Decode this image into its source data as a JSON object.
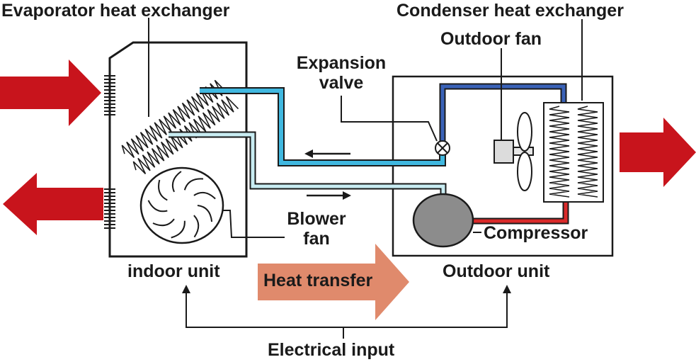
{
  "labels": {
    "evaporator": "Evaporator heat exchanger",
    "condenser": "Condenser heat exchanger",
    "outdoor_fan": "Outdoor fan",
    "expansion_valve_line1": "Expansion",
    "expansion_valve_line2": "valve",
    "blower_fan_line1": "Blower",
    "blower_fan_line2": "fan",
    "compressor": "Compressor",
    "indoor_unit": "indoor unit",
    "outdoor_unit": "Outdoor unit",
    "heat_transfer": "Heat transfer",
    "electrical_input": "Electrical input"
  },
  "colors": {
    "airflow_arrow": "#c8141c",
    "heat_transfer_arrow": "#e08a6c",
    "liquid_line": "#40b8e0",
    "suction_line": "#c8ecf2",
    "condenser_inlet_line": "#3a62b8",
    "discharge_line": "#d92a2a",
    "compressor_body": "#8c8c8c",
    "outline": "#1a1a1a"
  }
}
